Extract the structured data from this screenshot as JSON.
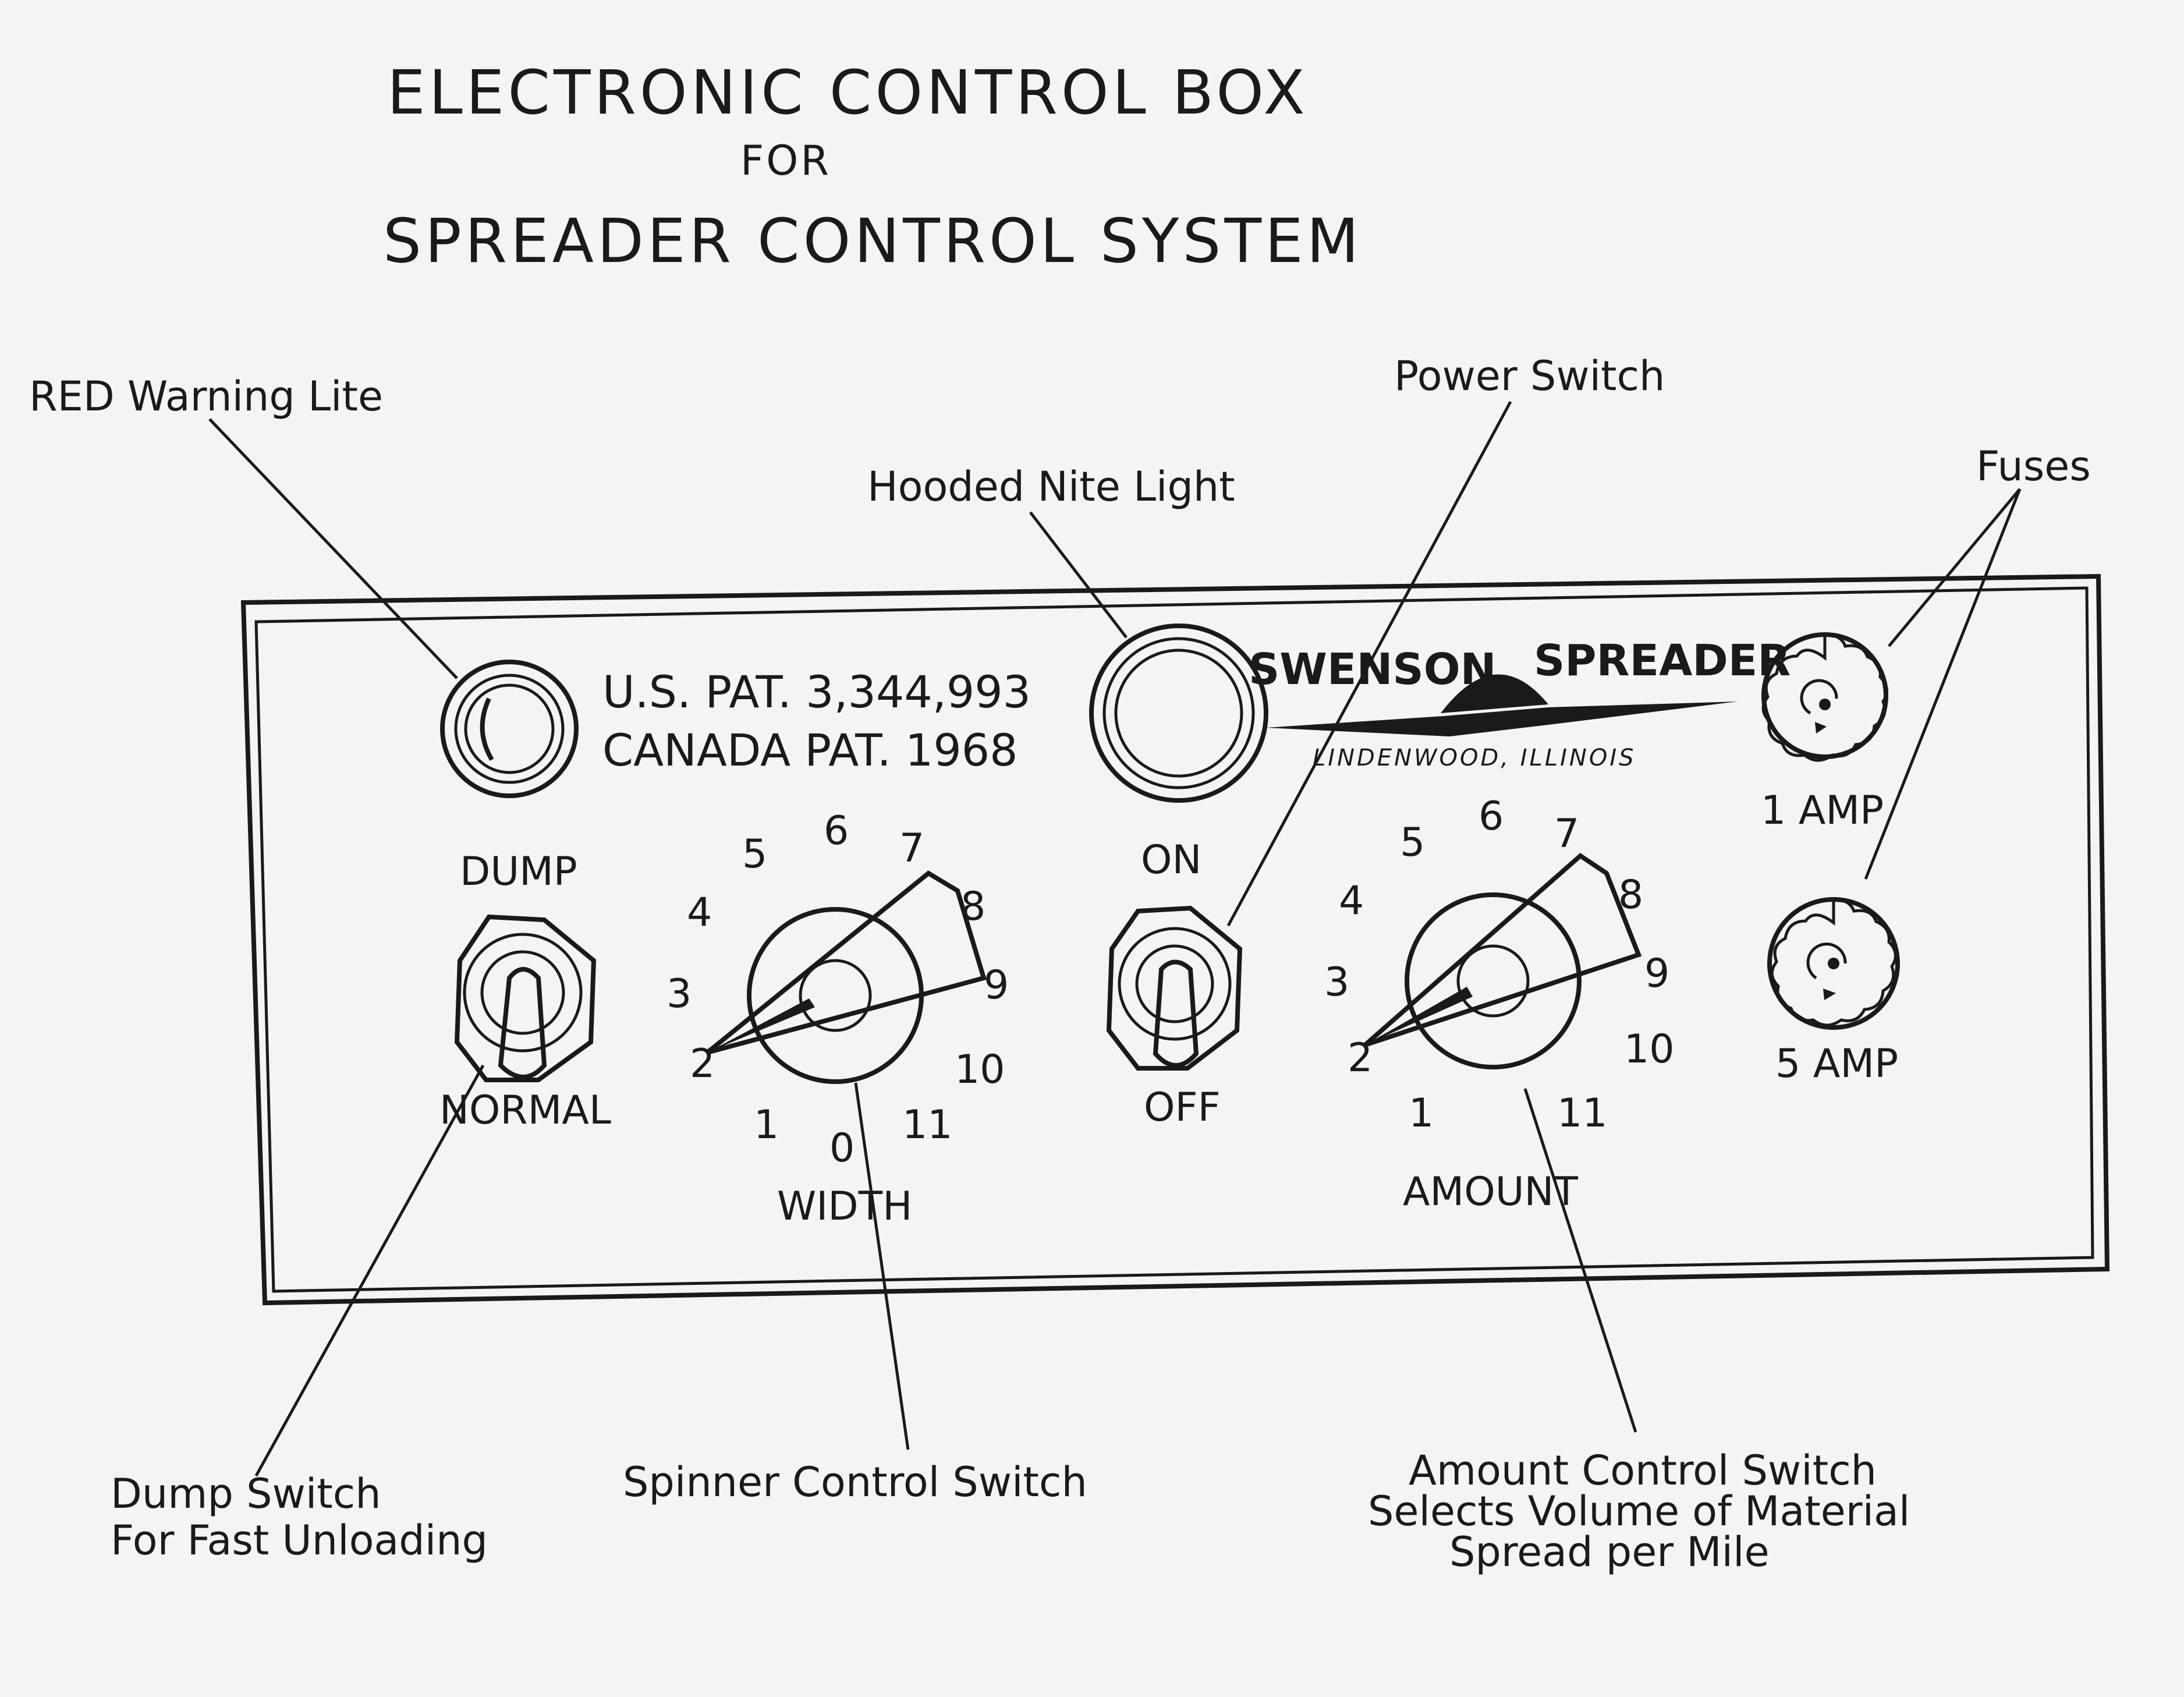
{
  "title": {
    "line1": "ELECTRONIC CONTROL BOX",
    "line2": "FOR",
    "line3": "SPREADER CONTROL SYSTEM"
  },
  "callouts": {
    "red_warning": "RED Warning Lite",
    "hooded_nite": "Hooded Nite Light",
    "power_switch": "Power Switch",
    "fuses": "Fuses",
    "dump_switch_1": "Dump Switch",
    "dump_switch_2": "For Fast Unloading",
    "spinner_switch": "Spinner Control Switch",
    "amount_switch_1": "Amount Control Switch",
    "amount_switch_2": "Selects Volume of Material",
    "amount_switch_3": "Spread per Mile"
  },
  "panel": {
    "patent_us": "U.S. PAT. 3,344,993",
    "patent_canada": "CANADA PAT. 1968",
    "brand_left": "SWENSON",
    "brand_right": "SPREADER",
    "brand_location": "LINDENWOOD, ILLINOIS",
    "dump_top": "DUMP",
    "dump_bottom": "NORMAL",
    "power_top": "ON",
    "power_bottom": "OFF",
    "width_label": "WIDTH",
    "amount_label": "AMOUNT",
    "fuse_1": "1 AMP",
    "fuse_2": "5 AMP",
    "width_dial": [
      "0",
      "1",
      "2",
      "3",
      "4",
      "5",
      "6",
      "7",
      "8",
      "9",
      "10",
      "11"
    ],
    "amount_dial": [
      "1",
      "2",
      "3",
      "4",
      "5",
      "6",
      "7",
      "8",
      "9",
      "10",
      "11"
    ]
  }
}
